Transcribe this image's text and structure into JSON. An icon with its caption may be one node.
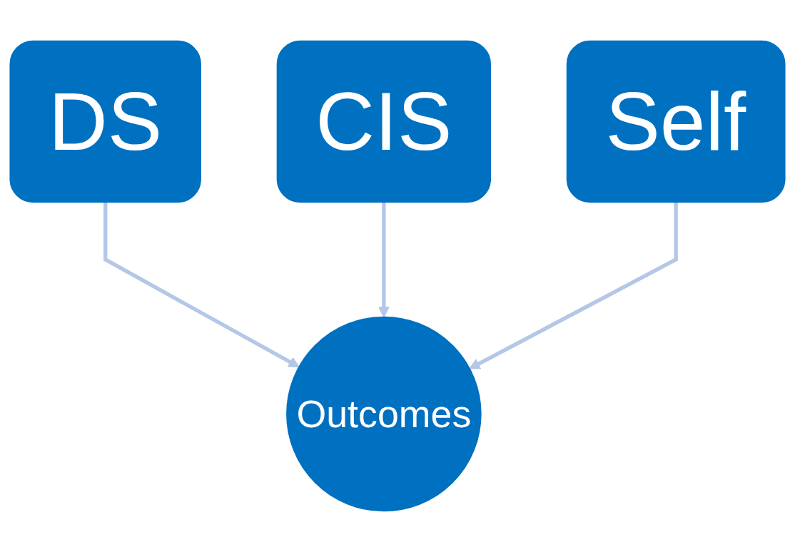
{
  "diagram": {
    "nodes": [
      {
        "text": [
          "DS"
        ]
      },
      {
        "text": [
          "CIS"
        ]
      },
      {
        "text": [
          "Self"
        ]
      },
      {
        "text": [
          "Outcomes"
        ]
      }
    ],
    "edges": [
      {
        "from": 0,
        "to": 3,
        "arrow": "to"
      },
      {
        "from": 1,
        "to": 3,
        "arrow": "to"
      },
      {
        "from": 2,
        "to": 3,
        "arrow": "to"
      }
    ]
  }
}
